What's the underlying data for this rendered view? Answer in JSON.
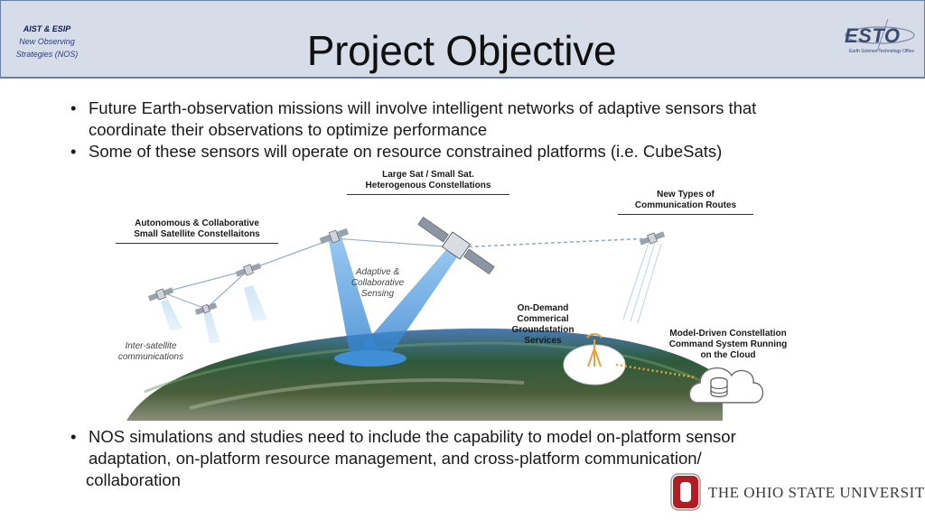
{
  "header": {
    "brand_line1": "AIST & ESIP",
    "brand_line2": "New Observing",
    "brand_line3": "Strategies (NOS)",
    "title": "Project Objective",
    "esto_logo": {
      "word": "ESTO",
      "sub": "Earth Science Technology Office"
    }
  },
  "bullets_top": [
    {
      "line1": "Future Earth-observation missions will involve intelligent networks of adaptive sensors that",
      "line2": "coordinate their observations to optimize performance"
    },
    {
      "line1": "Some of these sensors will operate on resource constrained platforms (i.e. CubeSats)"
    }
  ],
  "figure": {
    "label_large_small": [
      "Large Sat / Small Sat.",
      "Heterogenous Constellations"
    ],
    "label_autonomous": [
      "Autonomous & Collaborative",
      "Small Satellite Constellaitons"
    ],
    "label_new_routes": [
      "New Types of",
      "Communication Routes"
    ],
    "label_adaptive": [
      "Adaptive &",
      "Collaborative",
      "Sensing"
    ],
    "label_ondemand": [
      "On-Demand",
      "Commerical",
      "Groundstation",
      "Services"
    ],
    "label_model": [
      "Model-Driven Constellation",
      "Command System Running",
      "on the Cloud"
    ],
    "label_intersat": [
      "Inter-satellite",
      "communications"
    ]
  },
  "bullets_bottom": [
    {
      "line1": "NOS simulations and studies need to include the capability to model on-platform sensor",
      "line2": "adaptation, on-platform resource management, and cross-platform communication/",
      "line3": "collaboration"
    }
  ],
  "footer": {
    "university": "THE OHIO STATE UNIVERSITY"
  },
  "colors": {
    "header_bg": "#d7dde8",
    "header_border": "#6a7fa3",
    "beam": "#3f8fd6",
    "osu_red": "#b01e23",
    "ground_orange": "#e8a33c"
  }
}
